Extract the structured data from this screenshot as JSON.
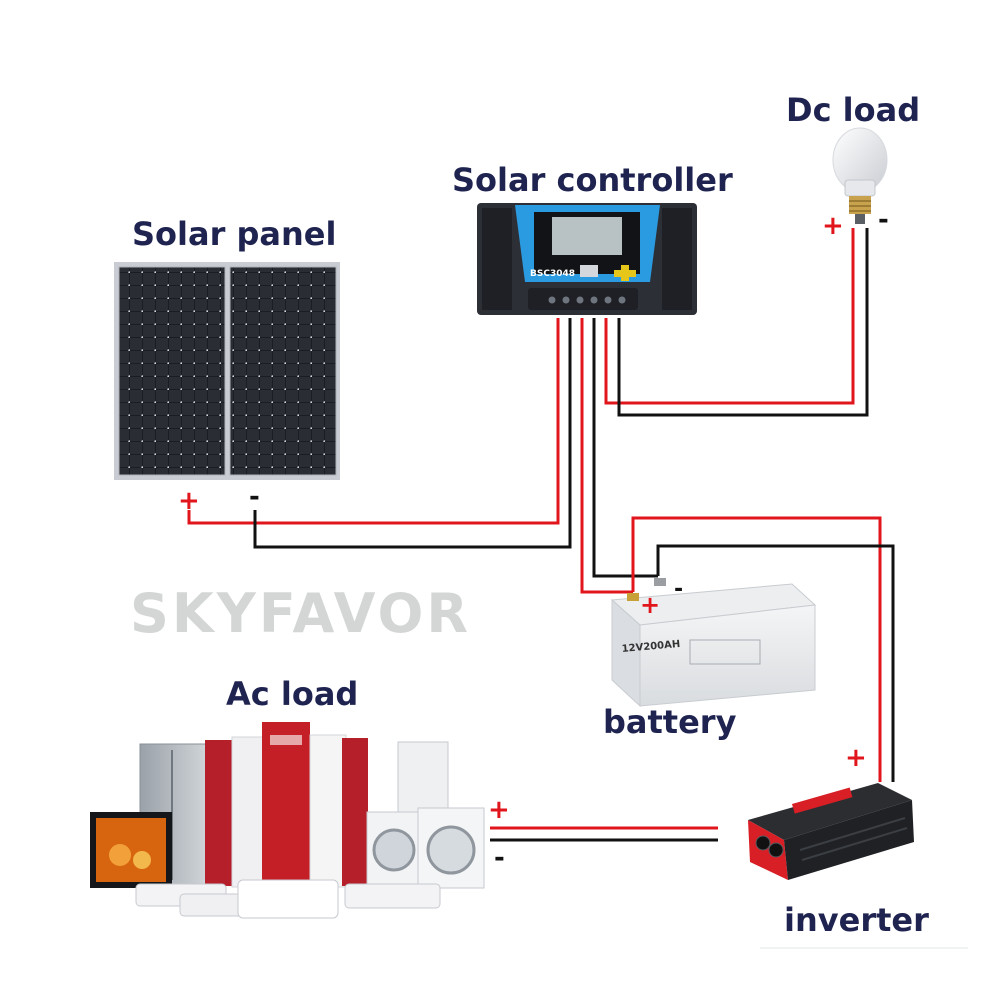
{
  "labels": {
    "dc_load": "Dc load",
    "solar_controller": "Solar controller",
    "solar_panel": "Solar panel",
    "battery": "battery",
    "ac_load": "Ac load",
    "inverter": "inverter"
  },
  "watermark": "SKYFAVOR",
  "controller_model": "BSC3048",
  "battery_model": "12V200AH",
  "signs": {
    "plus": "+",
    "minus": "-"
  },
  "colors": {
    "label_text": "#1f2350",
    "positive_wire": "#e1161c",
    "negative_wire": "#111111",
    "controller_accent": "#2a9be0",
    "inverter_red": "#d81f26",
    "watermark": "#d4d6d6"
  }
}
